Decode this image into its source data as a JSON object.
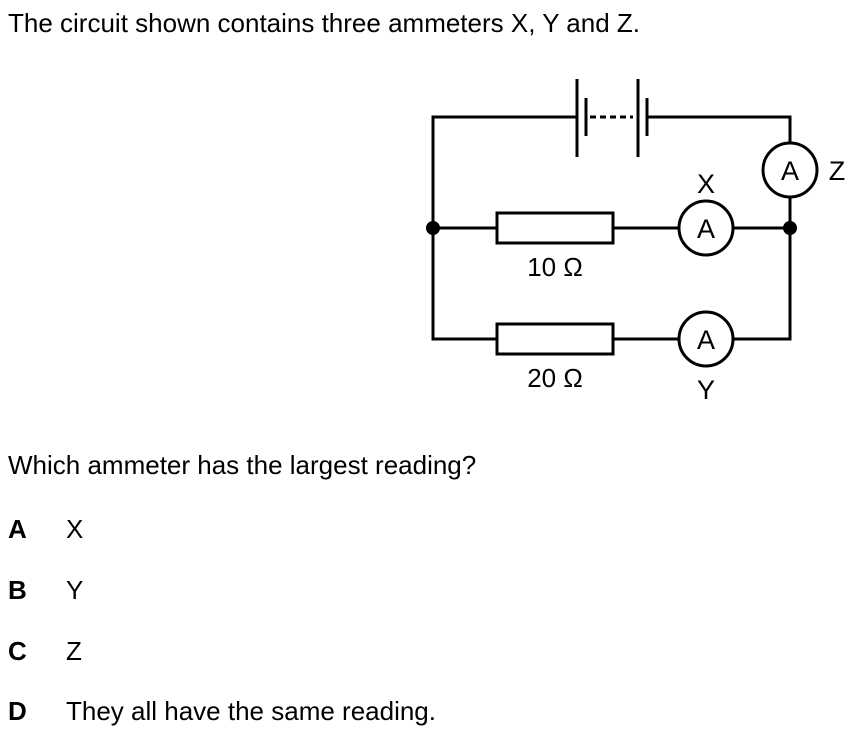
{
  "question": {
    "intro": "The circuit shown contains three ammeters X, Y and Z.",
    "prompt": "Which ammeter has the largest reading?"
  },
  "circuit": {
    "ammeter_symbol": "A",
    "ammeter_x_label": "X",
    "ammeter_y_label": "Y",
    "ammeter_z_label": "Z",
    "resistor_top_label": "10 Ω",
    "resistor_bottom_label": "20 Ω"
  },
  "options": [
    {
      "letter": "A",
      "text": "X"
    },
    {
      "letter": "B",
      "text": "Y"
    },
    {
      "letter": "C",
      "text": "Z"
    },
    {
      "letter": "D",
      "text": "They all have the same reading."
    }
  ]
}
